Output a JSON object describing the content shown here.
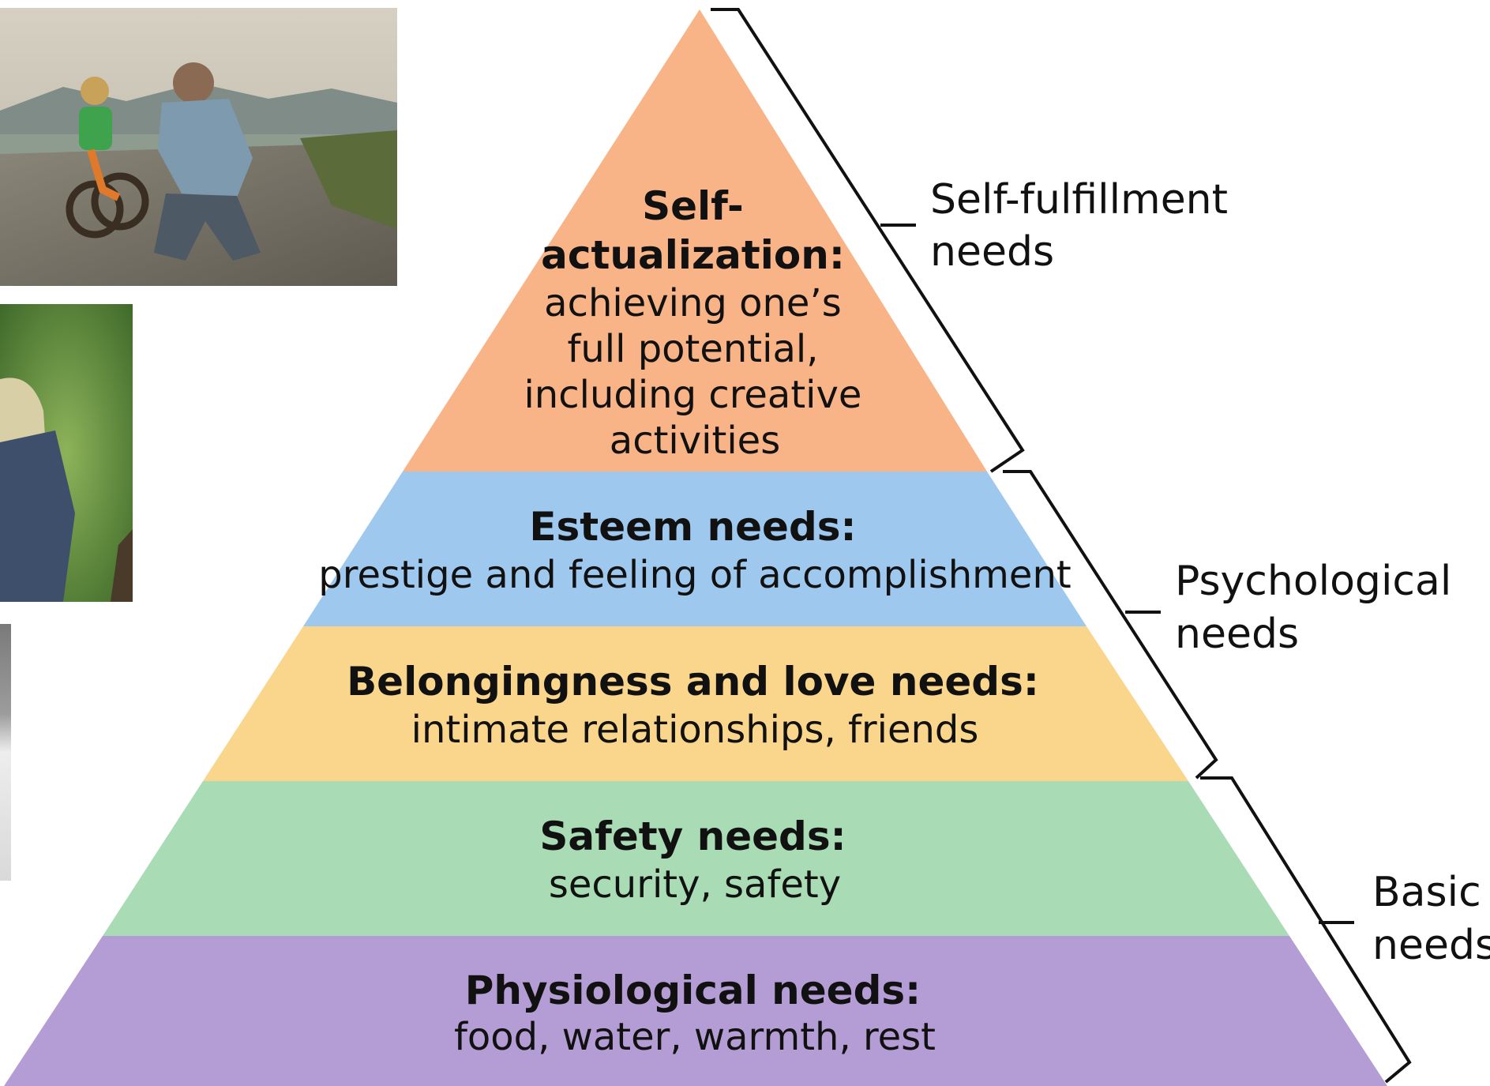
{
  "tiers": [
    {
      "key": "self",
      "title_lines": [
        "Self-",
        "actualization:"
      ],
      "desc_lines": [
        "achieving one’s",
        "full potential,",
        "including creative",
        "activities"
      ],
      "color": "#F8B387"
    },
    {
      "key": "esteem",
      "title_lines": [
        "Esteem needs:"
      ],
      "desc_lines": [
        "prestige and feeling of accomplishment"
      ],
      "color": "#9EC8EE"
    },
    {
      "key": "belonging",
      "title_lines": [
        "Belongingness and love needs:"
      ],
      "desc_lines": [
        "intimate relationships, friends"
      ],
      "color": "#FAD68C"
    },
    {
      "key": "safety",
      "title_lines": [
        "Safety needs:"
      ],
      "desc_lines": [
        "security, safety"
      ],
      "color": "#A9DCB4"
    },
    {
      "key": "physiological",
      "title_lines": [
        "Physiological needs:"
      ],
      "desc_lines": [
        "food, water, warmth, rest"
      ],
      "color": "#B39DD4"
    }
  ],
  "groups": [
    {
      "key": "self-fulfillment",
      "label_lines": [
        "Self-fulfillment",
        "needs"
      ]
    },
    {
      "key": "psychological",
      "label_lines": [
        "Psychological",
        "needs"
      ]
    },
    {
      "key": "basic",
      "label_lines": [
        "Basic",
        "needs"
      ]
    }
  ],
  "photos": [
    {
      "key": "father-child-bike",
      "icon": "photo-icon",
      "colors": [
        "#C9C3B6",
        "#7E8B86",
        "#6E6A5E"
      ]
    },
    {
      "key": "person-greenery",
      "icon": "photo-icon",
      "colors": [
        "#5E8A3E",
        "#3E4F6B",
        "#D8CFA8"
      ]
    },
    {
      "key": "gray-fragment",
      "icon": "photo-icon",
      "colors": [
        "#8C8C8C",
        "#E8E8E8"
      ]
    }
  ]
}
